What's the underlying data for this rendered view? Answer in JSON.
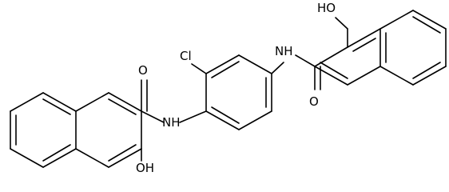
{
  "labels": {
    "cl": "Cl",
    "nh_right": "NH",
    "nh_left": "NH",
    "oh_top": "HO",
    "oh_bottom": "OH",
    "o_left": "O",
    "o_right": "O"
  }
}
